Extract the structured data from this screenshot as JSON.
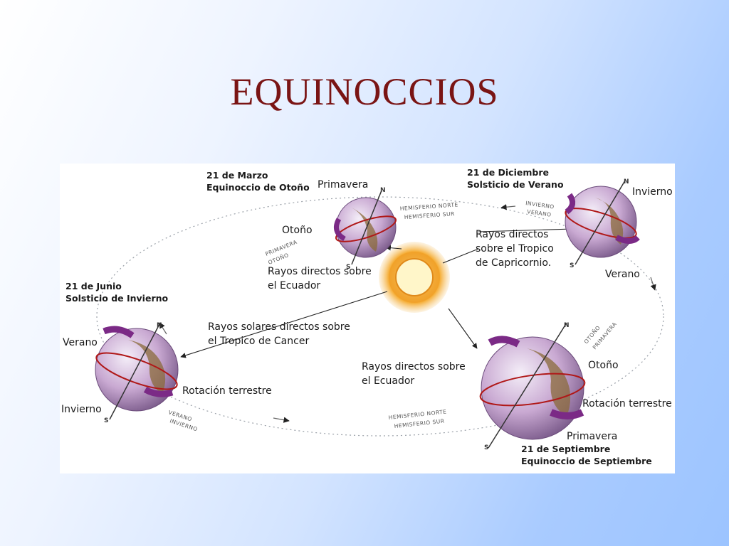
{
  "title": "EQUINOCCIOS",
  "colors": {
    "title": "#7a1414",
    "arrow": "#7b2a86",
    "equator": "#b01818",
    "sun_outer": "#f2a93b",
    "sun_inner": "#fff6c9"
  },
  "diagram": {
    "march": {
      "date": "21 de Marzo",
      "event": "Equinoccio de Otoño",
      "north_season": "Primavera",
      "south_season": "Otoño"
    },
    "december": {
      "date": "21 de Diciembre",
      "event": "Solsticio de Verano",
      "north_season": "Invierno",
      "south_season": "Verano"
    },
    "june": {
      "date": "21 de Junio",
      "event": "Solsticio de Invierno",
      "north_season": "Verano",
      "south_season": "Invierno"
    },
    "september": {
      "date": "21 de Septiembre",
      "event": "Equinoccio de Septiembre",
      "north_season": "Otoño",
      "south_season": "Primavera"
    },
    "rays_equator_top": [
      "Rayos directos sobre",
      "el Ecuador"
    ],
    "rays_capricorn": [
      "Rayos directos",
      "sobre el Tropico",
      "de Capricornio."
    ],
    "rays_cancer": [
      "Rayos solares directos sobre",
      "el Tropico de Cancer"
    ],
    "rays_equator_bottom": [
      "Rayos directos sobre",
      "el Ecuador"
    ],
    "rotation_left": "Rotación terrestre",
    "rotation_right": "Rotación terrestre",
    "orbit_labels": {
      "hem_top_1": "HEMISFERIO NORTE",
      "hem_top_2": "HEMISFERIO SUR",
      "hem_bottom_1": "HEMISFERIO NORTE",
      "hem_bottom_2": "HEMISFERIO SUR",
      "inv_ver_1": "INVIERNO",
      "inv_ver_2": "VERANO",
      "prim_oto_1": "PRIMAVERA",
      "prim_oto_2": "OTOÑO",
      "ver_inv_1": "VERANO",
      "ver_inv_2": "INVIERNO",
      "oto_prim_1": "OTOÑO",
      "oto_prim_2": "PRIMAVERA"
    },
    "pole_n": "N",
    "pole_s": "S"
  }
}
